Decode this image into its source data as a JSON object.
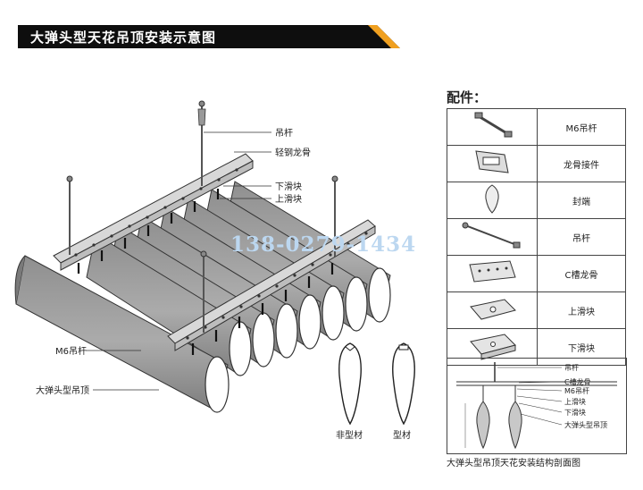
{
  "banner": {
    "title": "大弹头型天花吊顶安装示意图"
  },
  "labels": {
    "hanger_rod": "吊杆",
    "light_steel_keel": "轻钢龙骨",
    "lower_slider": "下滑块",
    "upper_slider": "上滑块",
    "m6_rod": "M6吊杆",
    "product": "大弹头型吊顶"
  },
  "profiles": {
    "non_profile": "非型材",
    "profile": "型材"
  },
  "watermark": "138-0279-1434",
  "parts": {
    "title": "配件：",
    "items": [
      {
        "name": "M6吊杆",
        "icon": "m6-rod-icon"
      },
      {
        "name": "龙骨接件",
        "icon": "keel-connector-icon"
      },
      {
        "name": "封端",
        "icon": "end-cap-icon"
      },
      {
        "name": "吊杆",
        "icon": "hanger-rod-icon"
      },
      {
        "name": "C槽龙骨",
        "icon": "c-channel-keel-icon"
      },
      {
        "name": "上滑块",
        "icon": "upper-slider-icon"
      },
      {
        "name": "下滑块",
        "icon": "lower-slider-icon"
      }
    ]
  },
  "section": {
    "labels": [
      "吊杆",
      "C槽龙骨",
      "M6吊杆",
      "上滑块",
      "下滑块",
      "大弹头型吊顶"
    ],
    "caption": "大弹头型吊顶天花安装结构剖面图"
  }
}
